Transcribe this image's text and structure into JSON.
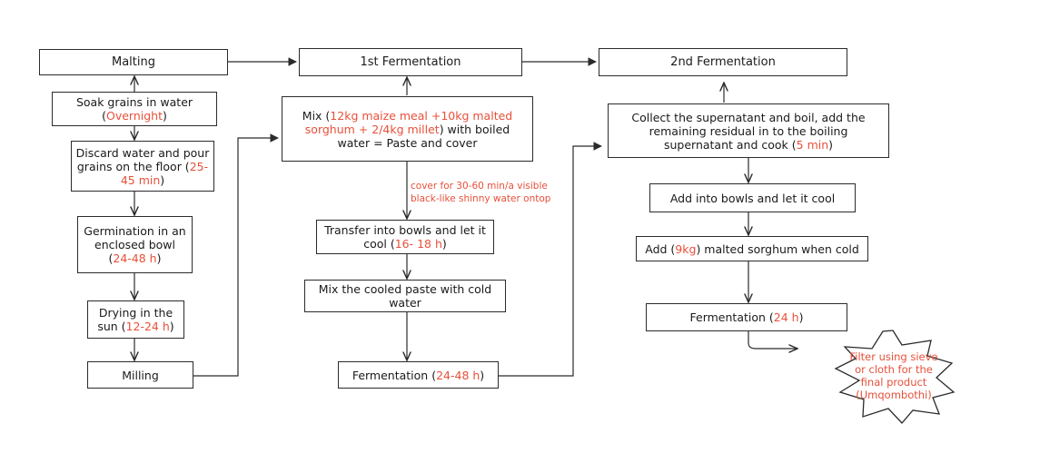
{
  "headers": {
    "malting": "Malting",
    "first_fermentation": "1st Fermentation",
    "second_fermentation": "2nd Fermentation"
  },
  "malting_steps": {
    "soak": {
      "text": "Soak grains in water",
      "time": "Overnight"
    },
    "discard": {
      "text": "Discard water and pour grains on the floor (",
      "time": "25-45 min",
      "close": ")"
    },
    "germination": {
      "text": "Germination in an enclosed bowl (",
      "time": "24-48 h",
      "close": ")"
    },
    "drying": {
      "text": "Drying in the sun (",
      "time": "12-24 h",
      "close": ")"
    },
    "milling": "Milling"
  },
  "first_steps": {
    "mix": {
      "pre": "Mix (",
      "ingredients": "12kg maize meal +10kg malted sorghum + 2/4kg millet",
      "post": ") with boiled water = Paste and cover"
    },
    "note": "cover for 30-60 min/a visible black-like shinny water ontop",
    "transfer": {
      "text": "Transfer into bowls and let it cool (",
      "time": "16- 18 h",
      "close": ")"
    },
    "mix_cold": "Mix the cooled paste with cold water",
    "fermentation": {
      "text": "Fermentation (",
      "time": "24-48 h",
      "close": ")"
    }
  },
  "second_steps": {
    "collect": {
      "text": "Collect the supernatant and boil, add the remaining residual in to the boiling supernatant and cook (",
      "time": "5 min",
      "close": ")"
    },
    "bowls": "Add into bowls and let it cool",
    "add_sorghum": {
      "pre": "Add (",
      "amount": "9kg",
      "post": ") malted sorghum when cold"
    },
    "fermentation": {
      "text": "Fermentation (",
      "time": "24 h",
      "close": ")"
    },
    "final": "Filter using sieve or cloth for the final product (Umqombothi)"
  },
  "colors": {
    "accent": "#e8503a",
    "stroke": "#2b2b2b"
  }
}
